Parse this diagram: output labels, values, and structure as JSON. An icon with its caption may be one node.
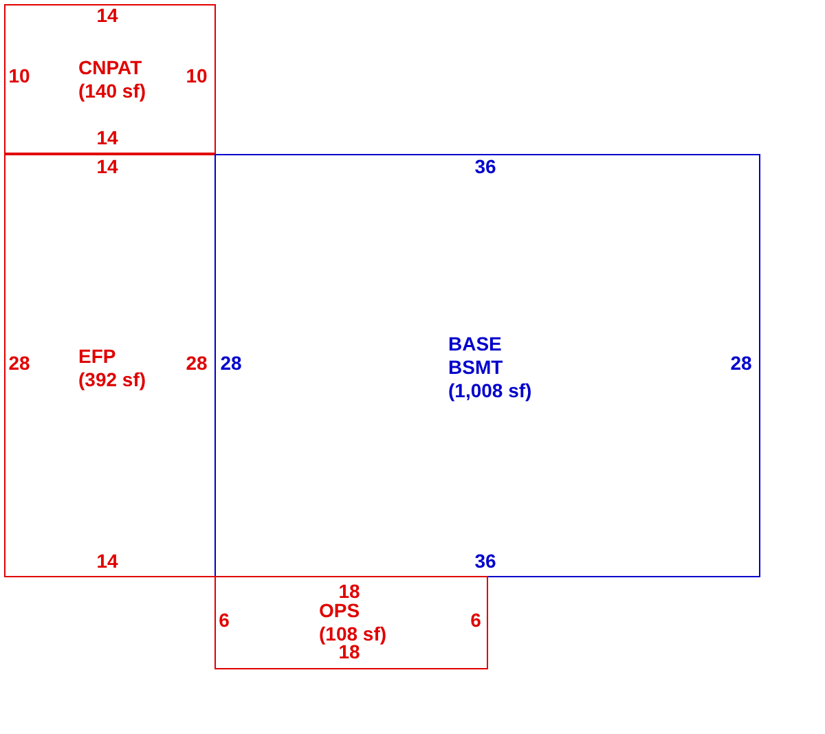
{
  "diagram": {
    "nodes": [
      {
        "text": [
          "CNPAT",
          "(140 sf)"
        ]
      },
      {
        "text": [
          "EFP",
          "(392 sf)"
        ]
      },
      {
        "text": [
          "BASE BSMT",
          "(1,008 sf)"
        ]
      },
      {
        "text": [
          "OPS",
          "(108 sf)"
        ]
      }
    ],
    "edges": [],
    "labels": [
      "14",
      "10",
      "10",
      "14",
      "14",
      "36",
      "28",
      "28",
      "28",
      "28",
      "14",
      "36",
      "18",
      "6",
      "6",
      "18"
    ]
  }
}
